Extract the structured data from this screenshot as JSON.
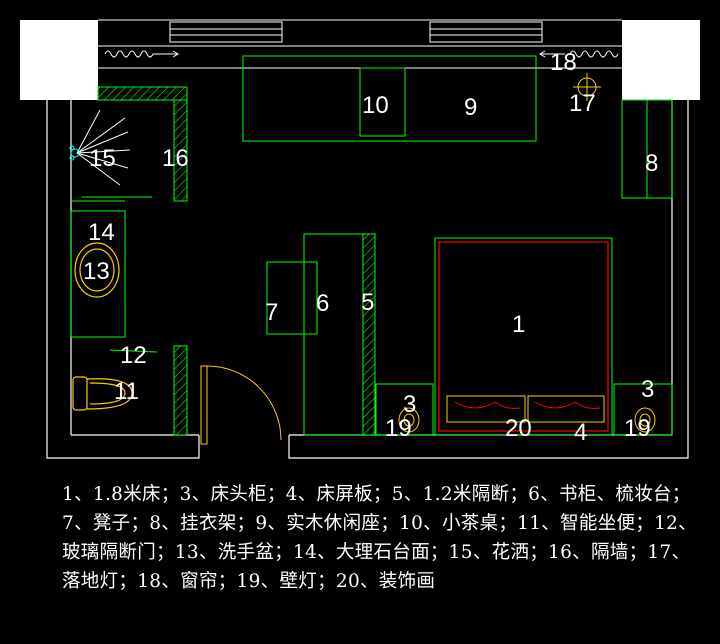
{
  "colors": {
    "background": "#000000",
    "wall": "#ffffff",
    "furniture": "#00ff00",
    "bed_frame": "#ff0000",
    "door_and_fixtures": "#ffcc00",
    "label_text": "#ffffff"
  },
  "labels": {
    "n1": "1",
    "n3a": "3",
    "n3b": "3",
    "n4": "4",
    "n5": "5",
    "n6": "6",
    "n7": "7",
    "n8": "8",
    "n9": "9",
    "n10": "10",
    "n11": "11",
    "n12": "12",
    "n13": "13",
    "n14": "14",
    "n15": "15",
    "n16": "16",
    "n17": "17",
    "n18": "18",
    "n19a": "19",
    "n19b": "19",
    "n20": "20"
  },
  "legend_text": "1、1.8米床；3、床头柜；4、床屏板；5、1.2米隔断；6、书柜、梳妆台；7、凳子；8、挂衣架；9、实木休闲座；10、小茶桌；11、智能坐便；12、玻璃隔断门；13、洗手盆；14、大理石台面；15、花洒；16、隔墙；17、落地灯；18、窗帘；19、壁灯；20、装饰画"
}
